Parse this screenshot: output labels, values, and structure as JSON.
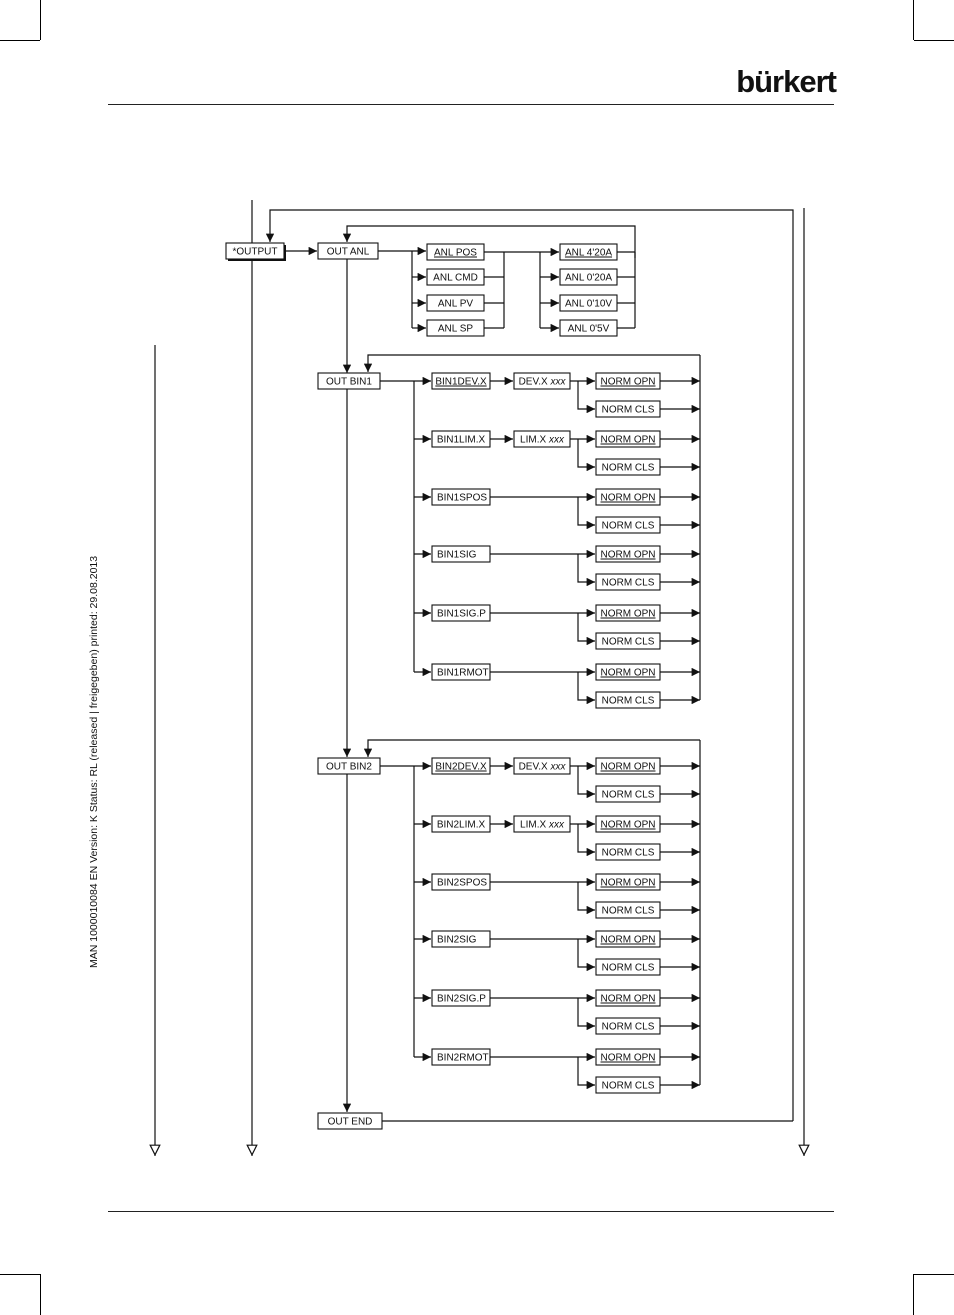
{
  "brand": "bürkert",
  "side_text": "MAN  1000010084  EN  Version: K  Status: RL (released | freigegeben)  printed: 29.08.2013",
  "menu": {
    "root": "*OUTPUT",
    "out_anl": "OUT ANL",
    "anl_sources": [
      "ANL POS",
      "ANL CMD",
      "ANL PV",
      "ANL SP"
    ],
    "anl_ranges": [
      "ANL 4'20A",
      "ANL 0'20A",
      "ANL 0'10V",
      "ANL 0'5V"
    ],
    "out_bin1": "OUT BIN1",
    "bin1_items": [
      "BIN1DEV.X",
      "BIN1LIM.X",
      "BIN1SPOS",
      "BIN1SIG",
      "BIN1SIG.P",
      "BIN1RMOT"
    ],
    "out_bin2": "OUT BIN2",
    "bin2_items": [
      "BIN2DEV.X",
      "BIN2LIM.X",
      "BIN2SPOS",
      "BIN2SIG",
      "BIN2SIG.P",
      "BIN2RMOT"
    ],
    "dev_label": "DEV.X",
    "lim_label": "LIM.X",
    "param_suffix": "xxx",
    "norm_opn": "NORM OPN",
    "norm_cls": "NORM CLS",
    "out_end": "OUT END"
  }
}
